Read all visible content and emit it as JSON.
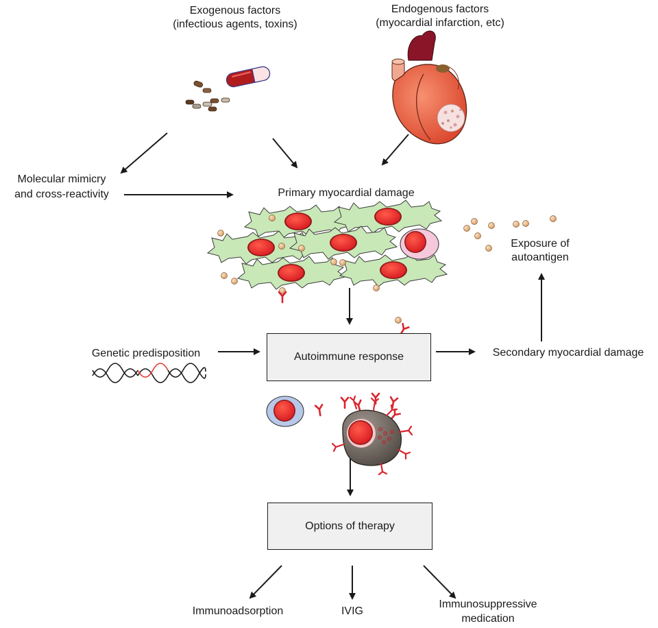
{
  "labels": {
    "exogenous_title": "Exogenous factors",
    "exogenous_sub": "(infectious agents, toxins)",
    "endogenous_title": "Endogenous factors",
    "endogenous_sub": "(myocardial infarction, etc)",
    "mimicry_line1": "Molecular mimicry",
    "mimicry_line2": "and cross-reactivity",
    "primary_damage": "Primary myocardial damage",
    "exposure_line1": "Exposure of",
    "exposure_line2": "autoantigen",
    "genetic": "Genetic predisposition",
    "autoimmune": "Autoimmune response",
    "secondary_damage": "Secondary myocardial damage",
    "therapy": "Options of therapy",
    "immunoadsorption": "Immunoadsorption",
    "ivig": "IVIG",
    "immunosuppressive_line1": "Immunosuppressive",
    "immunosuppressive_line2": "medication"
  },
  "colors": {
    "cell_fill": "#c9e8b8",
    "cell_stroke": "#3a3a3a",
    "nucleus": "#e2222a",
    "antigen": "#e8b88a",
    "antibody": "#d9242e",
    "capsule_red": "#b01c1c",
    "heart": "#e8563a"
  },
  "icons": [
    "pill-icon",
    "bacteria-icon",
    "heart-icon",
    "myocyte-icon",
    "antigen-icon",
    "antibody-icon",
    "dna-icon",
    "lymphocyte-icon",
    "plasma-cell-icon"
  ]
}
